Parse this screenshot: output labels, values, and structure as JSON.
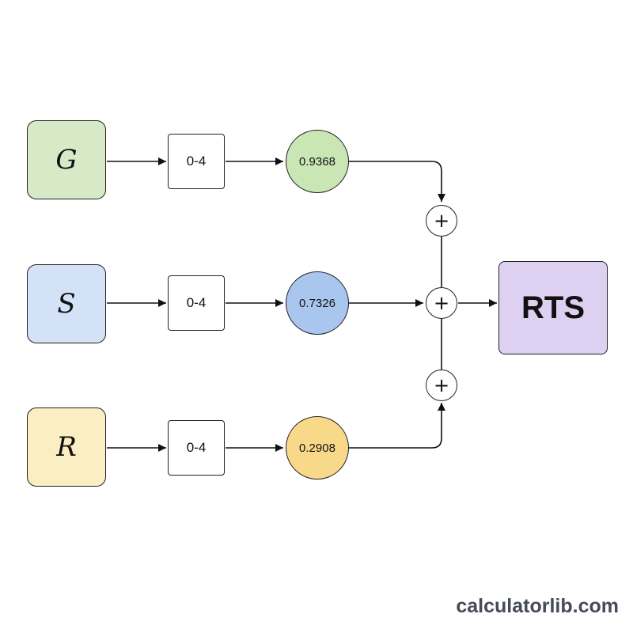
{
  "inputs": [
    {
      "label": "G",
      "range": "0-4",
      "weight": "0.9368",
      "color": "#d6eac8",
      "weight_color": "#cbe6b5"
    },
    {
      "label": "S",
      "range": "0-4",
      "weight": "0.7326",
      "color": "#d4e2f8",
      "weight_color": "#a9c6ef"
    },
    {
      "label": "R",
      "range": "0-4",
      "weight": "0.2908",
      "color": "#fbeec3",
      "weight_color": "#f8d98a"
    }
  ],
  "operator": "+",
  "output": {
    "label": "RTS",
    "color": "#ddd0f0"
  },
  "watermark": "calculatorlib.com"
}
